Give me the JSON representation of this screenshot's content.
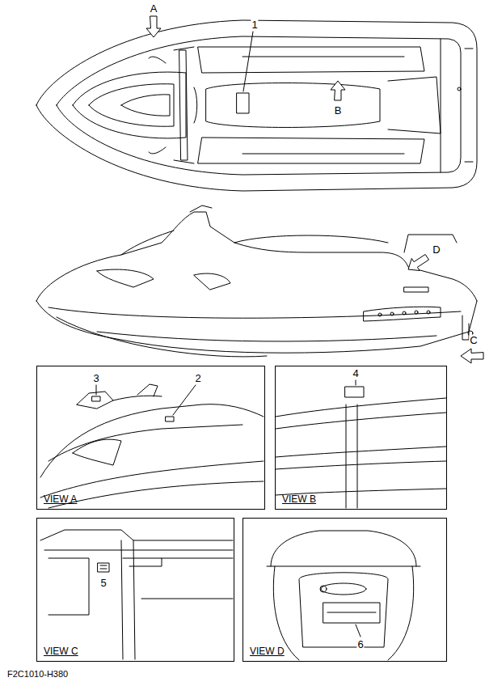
{
  "diagram": {
    "nodes": [
      {
        "text": [
          "VIEW A"
        ]
      },
      {
        "text": [
          "VIEW B"
        ]
      },
      {
        "text": [
          "VIEW C"
        ]
      },
      {
        "text": [
          "VIEW D"
        ]
      }
    ],
    "labels": [
      "A",
      "1",
      "B",
      "D",
      "C",
      "3",
      "2",
      "4",
      "5",
      "6",
      "F2C1010-H380"
    ]
  }
}
